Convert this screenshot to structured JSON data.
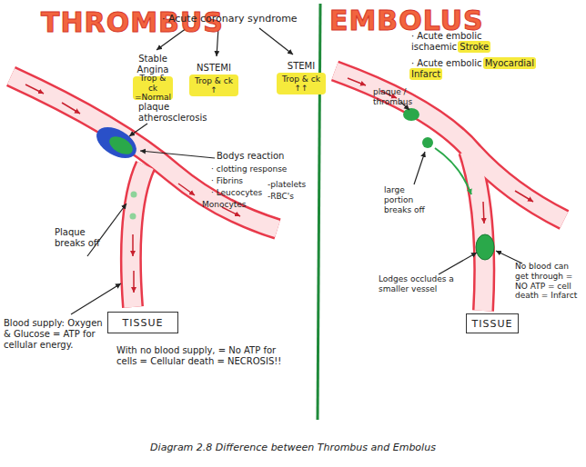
{
  "diagram": {
    "caption": "Diagram 2.8 Difference between Thrombus and Embolus",
    "nodes": [
      {
        "text": [
          "Stable Angina",
          "Trop & ck =Normal"
        ]
      },
      {
        "text": [
          "NSTEMI",
          "Trop & ck ↑"
        ]
      },
      {
        "text": [
          "STEMI",
          "Trop & ck ↑↑"
        ]
      },
      {
        "text": [
          "TISSUE"
        ]
      },
      {
        "text": [
          "TISSUE"
        ]
      }
    ],
    "labels": [
      "THROMBUS",
      "· Acute coronary syndrome",
      "plaque atherosclerosis",
      "Bodys reaction",
      "· clotting response",
      "· Fibrins",
      "· Leucocytes",
      "Monocytes",
      "-platelets",
      "-RBC's",
      "Plaque breaks off",
      "Blood supply: Oxygen & Glucose = ATP for cellular energy.",
      "With no blood supply, = No ATP for cells = Cellular death = NECROSIS!!",
      "EMBOLUS",
      "· Acute embolic ischaemic Stroke",
      "· Acute embolic Myocardial Infarct",
      "plaque / thrombus",
      "large portion breaks off",
      "Lodges occludes a smaller vessel",
      "No blood can get through = NO ATP = cell death = Infarct"
    ]
  }
}
